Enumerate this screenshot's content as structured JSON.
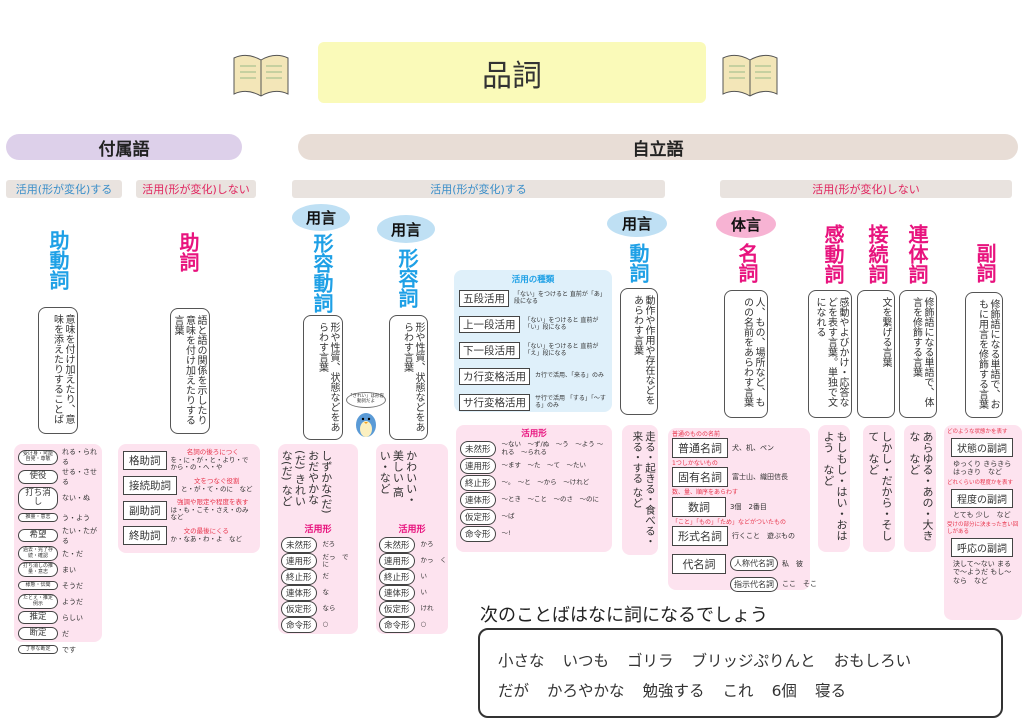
{
  "title": "品詞",
  "groups": {
    "fuzokugo": "付属語",
    "jiritsugo": "自立語"
  },
  "sub": {
    "katsuyo_suru": "活用(形が変化)する",
    "katsuyo_shinai": "活用(形が変化)しない"
  },
  "yogen": "用言",
  "taigen": "体言",
  "jodoshi": {
    "name": "助動詞",
    "desc": "意味を付け加えたり、意味を添えたりすることば",
    "items": [
      [
        "受け身・可能自発・尊敬",
        "れる・られる"
      ],
      [
        "使役",
        "せる・させる"
      ],
      [
        "打ち消し",
        "ない・ぬ"
      ],
      [
        "推量・意志",
        "う・よう"
      ],
      [
        "希望",
        "たい・たがる"
      ],
      [
        "過去・完了存続・確認",
        "た・だ"
      ],
      [
        "打ち消しの推量・意志",
        "まい"
      ],
      [
        "様態・伝聞",
        "そうだ"
      ],
      [
        "たとえ・推定例示",
        "ようだ"
      ],
      [
        "推定",
        "らしい"
      ],
      [
        "断定",
        "だ"
      ],
      [
        "丁寧な断定",
        "です"
      ]
    ]
  },
  "joshi": {
    "name": "助詞",
    "desc": "語と語の関係を示したり意味を付け加えたりする言葉",
    "items": [
      {
        "label": "格助詞",
        "note": "名詞の後ろにつく",
        "ex": "を・に・が・と・より・で から・の・へ・や"
      },
      {
        "label": "接続助詞",
        "note": "文をつなぐ役割",
        "ex": "と・が・て・のに　など"
      },
      {
        "label": "副助詞",
        "note": "強調や限定や程度を表す",
        "ex": "は・も・こそ・さえ・のみ　など"
      },
      {
        "label": "終助詞",
        "note": "文の最後にくる",
        "ex": "か・なあ・わ・よ　など"
      }
    ]
  },
  "keiyodoshi": {
    "name": "形容動詞",
    "desc": "形や性質、状態などをあらわす言葉",
    "examples": "しずかな(だ) おだやかな(だ) きれいな(だ) など",
    "forms_title": "活用形",
    "forms": [
      [
        "未然形",
        "だろ"
      ],
      [
        "連用形",
        "だっ　で　に"
      ],
      [
        "終止形",
        "だ"
      ],
      [
        "連体形",
        "な"
      ],
      [
        "仮定形",
        "なら"
      ],
      [
        "命令形",
        "○"
      ]
    ]
  },
  "penguin_bubble": "「きれい」は形容動詞だよ",
  "keiyoshi": {
    "name": "形容詞",
    "desc": "形や性質、状態などをあらわす言葉",
    "examples": "かわいい・美しい 高い・など",
    "forms_title": "活用形",
    "forms": [
      [
        "未然形",
        "かろ"
      ],
      [
        "連用形",
        "かっ　く"
      ],
      [
        "終止形",
        "い"
      ],
      [
        "連体形",
        "い"
      ],
      [
        "仮定形",
        "けれ"
      ],
      [
        "命令形",
        "○"
      ]
    ]
  },
  "katsuyo_types": {
    "title": "活用の種類",
    "items": [
      [
        "五段活用",
        "「ない」をつけると 直前が「あ」段になる"
      ],
      [
        "上一段活用",
        "「ない」をつけると 直前が「い」段になる"
      ],
      [
        "下一段活用",
        "「ない」をつけると 直前が「え」段になる"
      ],
      [
        "カ行変格活用",
        "カ行で活用、「来る」のみ"
      ],
      [
        "サ行変格活用",
        "サ行で活用 「する」「〜する」のみ"
      ]
    ]
  },
  "doshi": {
    "name": "動詞",
    "desc": "動作や作用や存在などをあらわす言葉",
    "examples": "走る・起きる・食べる・来る・する など",
    "forms_title": "活用形",
    "forms": [
      [
        "未然形",
        "〜ない　〜ず/ぬ　〜う　〜よう 〜れる　〜られる"
      ],
      [
        "連用形",
        "〜ます　〜た　〜て　〜たい"
      ],
      [
        "終止形",
        "〜。　〜と　〜から　〜けれど"
      ],
      [
        "連体形",
        "〜とき　〜こと　〜のさ　〜のに"
      ],
      [
        "仮定形",
        "〜ば"
      ],
      [
        "命令形",
        "〜!"
      ]
    ]
  },
  "meishi": {
    "name": "名詞",
    "desc": "人、もの、場所など、ものの名前をあらわす言葉",
    "items": [
      {
        "note": "普通のものの名前",
        "label": "普通名詞",
        "ex": "犬、机、ペン"
      },
      {
        "note": "1つしかないもの",
        "label": "固有名詞",
        "ex": "富士山、織田信長"
      },
      {
        "note": "数、量、順序をあらわす",
        "label": "数詞",
        "ex": "3個　2番目"
      },
      {
        "note": "「こと」「もの」「ため」などがついたもの",
        "label": "形式名詞",
        "ex": "行くこと　遊ぶもの"
      },
      {
        "note": "",
        "label": "代名詞",
        "ex": ""
      }
    ],
    "pronouns": [
      {
        "label": "人称代名詞",
        "ex": "私　彼"
      },
      {
        "label": "指示代名詞",
        "ex": "ここ　そこ"
      }
    ]
  },
  "kandoshi": {
    "name": "感動詞",
    "desc": "感動やよびかけ・応答などを表す言葉。単独で文になれる",
    "examples": "もしもし・はい・おはよう　など"
  },
  "setsuzokushi": {
    "name": "接続詞",
    "desc": "文を繋げる言葉",
    "examples": "しかし・だから・そして　など"
  },
  "rentaishi": {
    "name": "連体詞",
    "desc": "修飾語になる単語で、体言を修飾する言葉",
    "examples": "あらゆる・あの・大きな　など"
  },
  "fukushi": {
    "name": "副詞",
    "desc": "修飾語になる単語で、おもに用言を修飾する言葉",
    "items": [
      {
        "note": "どのような状態かを表す",
        "label": "状態の副詞",
        "ex": "ゆっくり きらきら はっきり　など"
      },
      {
        "note": "どれくらいの程度かを表す",
        "label": "程度の副詞",
        "ex": "とても 少し　など"
      },
      {
        "note": "受けの部分に決まった言い回しがある",
        "label": "呼応の副詞",
        "ex": "決して〜ない まるで〜ようだ もし〜なら　など"
      }
    ]
  },
  "question": {
    "prompt": "次のことばはなに詞になるでしょう",
    "words": [
      "小さな",
      "いつも",
      "ゴリラ",
      "ブリッジぷりんと",
      "おもしろい",
      "だが",
      "かろやかな",
      "勉強する",
      "これ",
      "6個",
      "寝る"
    ]
  }
}
